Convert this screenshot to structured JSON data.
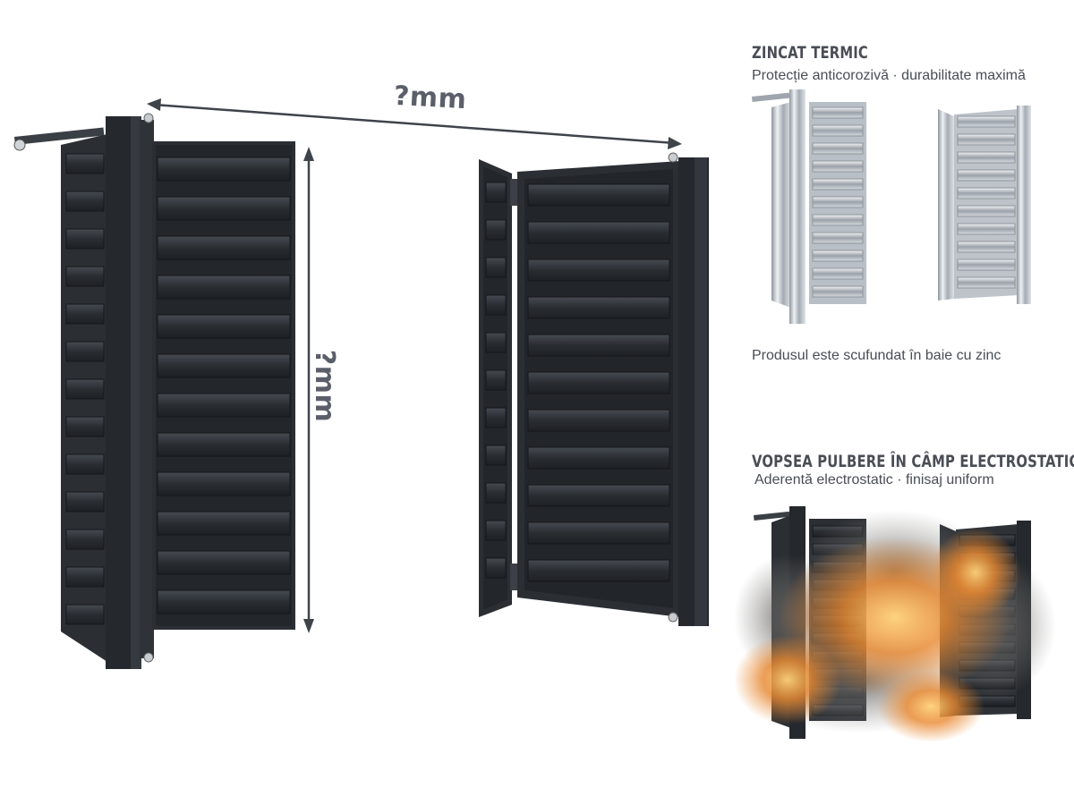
{
  "dimensions": {
    "width_label": "?mm",
    "height_label": "?mm"
  },
  "finish_zinc": {
    "heading": "ZINCAT TERMIC",
    "subtitle": "Protecție anticorozivă · durabilitate maximă",
    "note": "Produsul este scufundat în baie cu zinc"
  },
  "finish_paint": {
    "heading": "VOPSEA PULBERE ÎN CÂMP ELECTROSTATIC",
    "subtitle": "Aderentă electrostatic · finisaj uniform"
  },
  "colors": {
    "shutter": "#2b2f34",
    "shutter_light": "#3a3f45",
    "text": "#4a4d55",
    "steel": "#c7ccd2",
    "fire": "#e9882f",
    "smoke": "#6f6d6a"
  }
}
